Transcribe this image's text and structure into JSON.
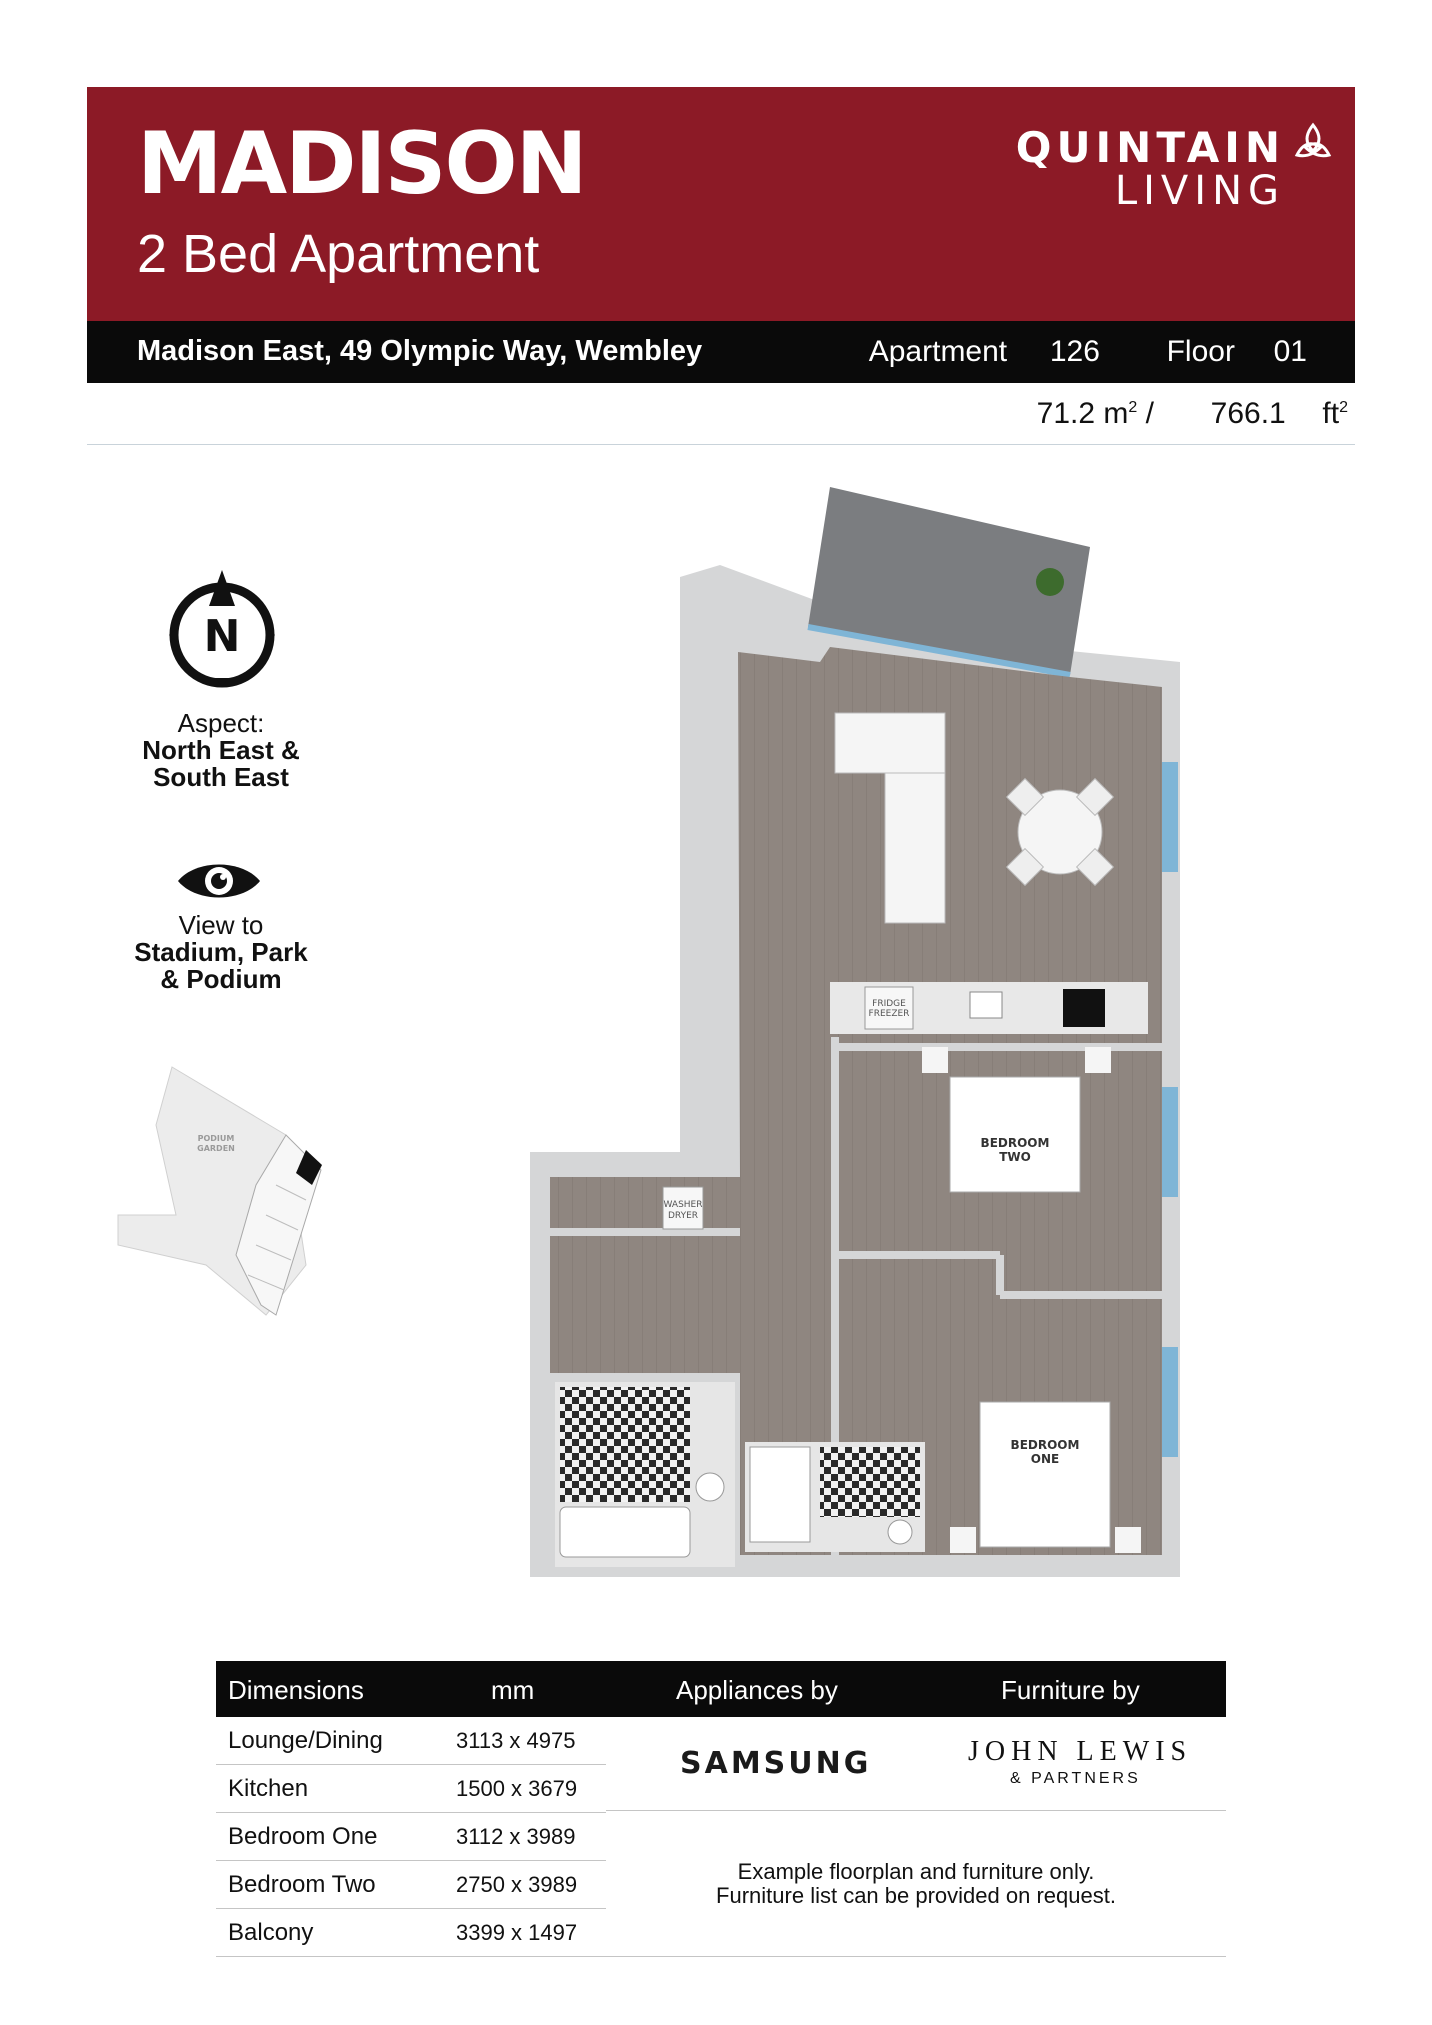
{
  "header": {
    "title": "MADISON",
    "subtitle": "2 Bed Apartment",
    "brand_line1": "QUINTAIN",
    "brand_line2": "LIVING"
  },
  "info_bar": {
    "address": "Madison East, 49 Olympic Way, Wembley",
    "apartment_label": "Apartment",
    "apartment_number": "126",
    "floor_label": "Floor",
    "floor_number": "01"
  },
  "area": {
    "sqm_value": "71.2 m",
    "sqm_sup": "2",
    "separator": "/",
    "sqft_value": "766.1",
    "sqft_unit": "ft",
    "sqft_sup": "2"
  },
  "aspect": {
    "compass_letter": "N",
    "label": "Aspect:",
    "value_line1": "North East &",
    "value_line2": "South East"
  },
  "view": {
    "label": "View to",
    "value_line1": "Stadium, Park",
    "value_line2": "& Podium"
  },
  "keyplan": {
    "label_line1": "PODIUM",
    "label_line2": "GARDEN"
  },
  "floorplan": {
    "fridge_line1": "FRIDGE",
    "fridge_line2": "FREEZER",
    "washer_line1": "WASHER",
    "washer_line2": "DRYER",
    "bedroom_two_line1": "BEDROOM",
    "bedroom_two_line2": "TWO",
    "bedroom_one_line1": "BEDROOM",
    "bedroom_one_line2": "ONE"
  },
  "table": {
    "headers": [
      "Dimensions",
      "mm",
      "Appliances by",
      "Furniture by"
    ],
    "rows": [
      {
        "room": "Lounge/Dining",
        "dims": "3113 x 4975"
      },
      {
        "room": "Kitchen",
        "dims": "1500 x 3679"
      },
      {
        "room": "Bedroom One",
        "dims": "3112 x 3989"
      },
      {
        "room": "Bedroom Two",
        "dims": "2750 x 3989"
      },
      {
        "room": "Balcony",
        "dims": "3399 x 1497"
      }
    ],
    "appliances_brand": "SAMSUNG",
    "furniture_brand_line1": "JOHN LEWIS",
    "furniture_brand_line2": "& PARTNERS",
    "note_line1": "Example floorplan and furniture only.",
    "note_line2": "Furniture list can be provided on request."
  },
  "colors": {
    "banner": "#8c1a26",
    "bar": "#0a0a0a",
    "floor": "#8f8680",
    "wall": "#d5d6d7",
    "balcony": "#7b7d80",
    "glazing": "#7fb5d6"
  }
}
